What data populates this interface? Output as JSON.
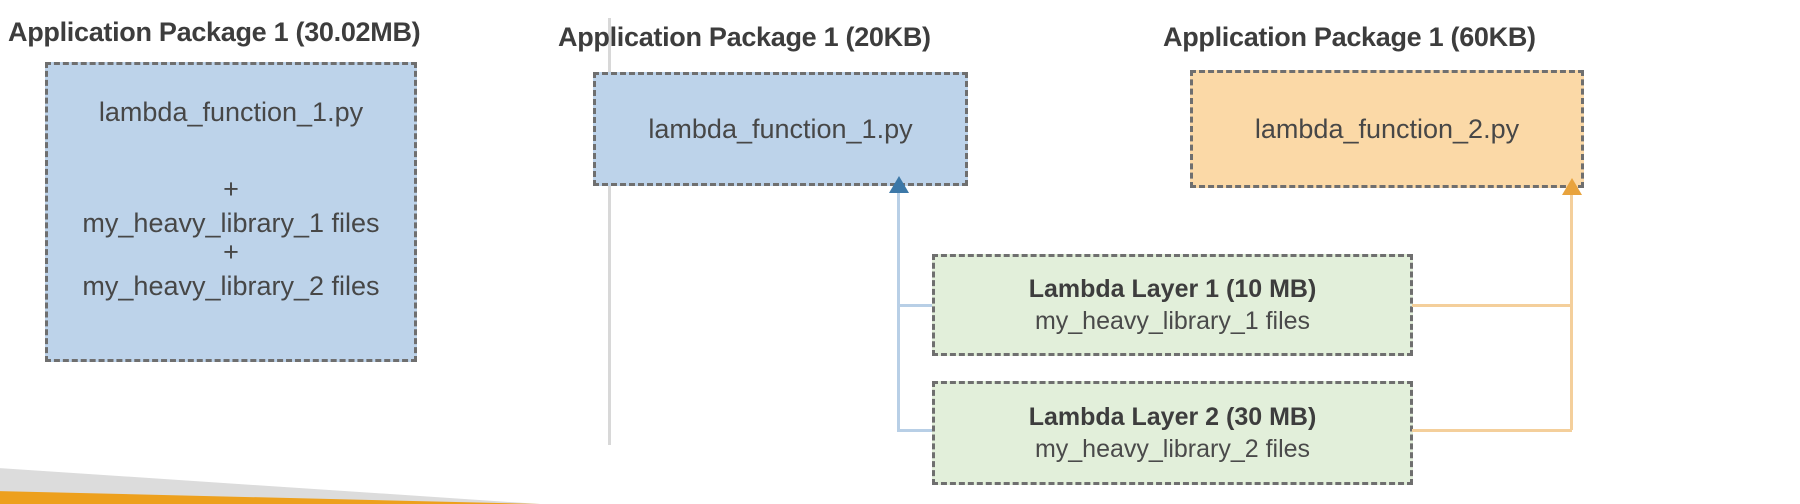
{
  "panels": {
    "left": {
      "heading": "Application Package 1 (30.02MB)",
      "box": {
        "filename": "lambda_function_1.py",
        "plus_1": "+",
        "library_1": "my_heavy_library_1 files",
        "plus_2": "+",
        "library_2": "my_heavy_library_2 files",
        "fill_color": "#bdd3ea"
      }
    },
    "middle": {
      "heading": "Application Package 1 (20KB)",
      "box": {
        "filename": "lambda_function_1.py",
        "fill_color": "#bdd3ea"
      },
      "connector_color": "#b8cfe6",
      "arrow_color": "#3c78a8"
    },
    "right": {
      "heading": "Application Package 1 (60KB)",
      "box": {
        "filename": "lambda_function_2.py",
        "fill_color": "#fbd9a7"
      },
      "connector_color": "#f4cf9b",
      "arrow_color": "#e8a33d"
    }
  },
  "layers": [
    {
      "title": "Lambda Layer 1 (10 MB)",
      "subtitle": "my_heavy_library_1 files",
      "fill_color": "#e2efda"
    },
    {
      "title": "Lambda Layer 2 (30 MB)",
      "subtitle": "my_heavy_library_2 files",
      "fill_color": "#e2efda"
    }
  ],
  "decoration": {
    "divider_color": "#d8d8d8",
    "wedge_grey_color": "#dcdcdc",
    "wedge_orange_color": "#eda01d"
  }
}
